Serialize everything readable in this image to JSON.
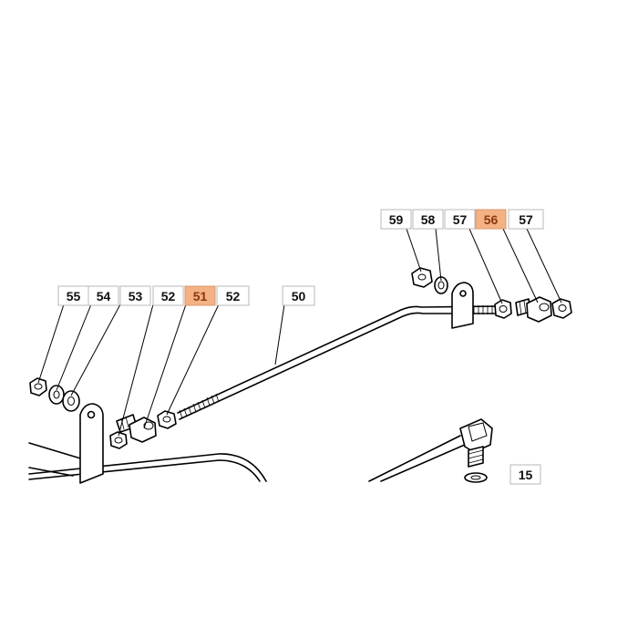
{
  "diagram": {
    "highlight_color": "#f4b183",
    "callouts": [
      {
        "id": "c55",
        "number": "55",
        "highlighted": false
      },
      {
        "id": "c54",
        "number": "54",
        "highlighted": false
      },
      {
        "id": "c53",
        "number": "53",
        "highlighted": false
      },
      {
        "id": "c52a",
        "number": "52",
        "highlighted": false
      },
      {
        "id": "c51",
        "number": "51",
        "highlighted": true
      },
      {
        "id": "c52b",
        "number": "52",
        "highlighted": false
      },
      {
        "id": "c50",
        "number": "50",
        "highlighted": false
      },
      {
        "id": "c59",
        "number": "59",
        "highlighted": false
      },
      {
        "id": "c58",
        "number": "58",
        "highlighted": false
      },
      {
        "id": "c57a",
        "number": "57",
        "highlighted": false
      },
      {
        "id": "c56",
        "number": "56",
        "highlighted": true
      },
      {
        "id": "c57b",
        "number": "57",
        "highlighted": false
      },
      {
        "id": "c15",
        "number": "15",
        "highlighted": false
      }
    ]
  }
}
